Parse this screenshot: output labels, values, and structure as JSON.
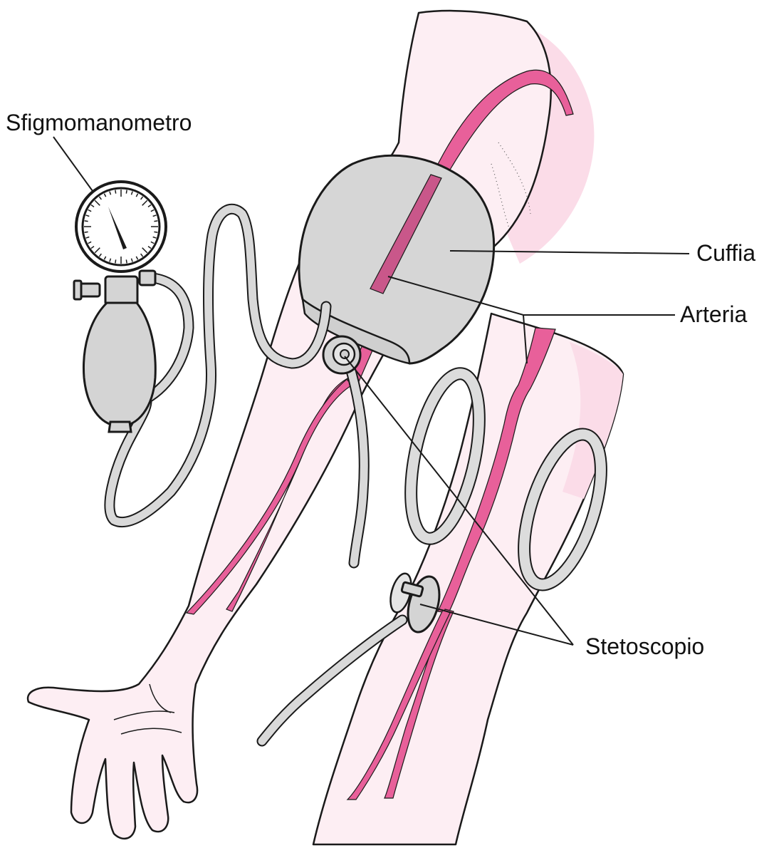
{
  "labels": {
    "sphygmomanometer": "Sfigmomanometro",
    "cuff": "Cuffia",
    "artery": "Arteria",
    "stethoscope": "Stetoscopio"
  },
  "colors": {
    "skin": "#fdeef3",
    "skin_shadow": "#fbdce8",
    "artery": "#e8609a",
    "cuff": "#d6d6d6",
    "tubing": "#d9d9d9",
    "outline": "#1a1a1a"
  }
}
